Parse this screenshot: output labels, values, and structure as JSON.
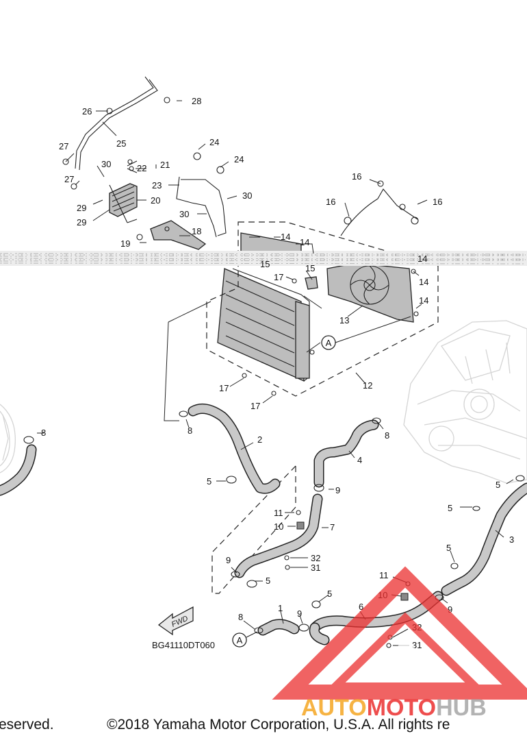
{
  "diagram": {
    "code": "BG41110DT060",
    "fwd_label": "FWD",
    "connector_label": "A",
    "callouts": {
      "p1": "1",
      "p2": "2",
      "p3": "3",
      "p4": "4",
      "p5": "5",
      "p6": "6",
      "p7": "7",
      "p8": "8",
      "p9": "9",
      "p10": "10",
      "p11": "11",
      "p12": "12",
      "p13": "13",
      "p14": "14",
      "p15": "15",
      "p16": "16",
      "p17": "17",
      "p18": "18",
      "p19": "19",
      "p20": "20",
      "p21": "21",
      "p22": "22",
      "p23": "23",
      "p24": "24",
      "p25": "25",
      "p26": "26",
      "p27": "27",
      "p28": "28",
      "p29": "29",
      "p30": "30",
      "p31": "31",
      "p32": "32"
    }
  },
  "watermark": {
    "part1": "AUTO",
    "part2": "MOTO",
    "part3": "HUB"
  },
  "footer": {
    "left_text": "eserved.",
    "copyright": "©2018 Yamaha Motor Corporation, U.S.A. All rights re"
  },
  "colors": {
    "watermark_red": "#ec2f2f",
    "watermark_orange": "#f5a623",
    "watermark_gray": "#a6a6a6"
  }
}
